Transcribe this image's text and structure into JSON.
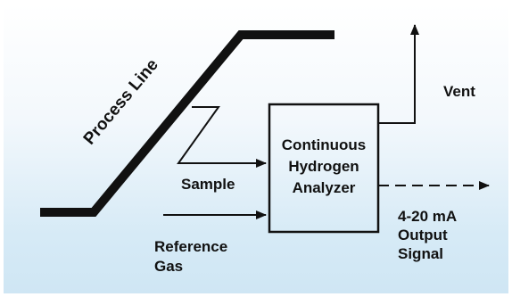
{
  "labels": {
    "process_line": "Process Line",
    "analyzer_line1": "Continuous",
    "analyzer_line2": "Hydrogen",
    "analyzer_line3": "Analyzer",
    "vent": "Vent",
    "sample": "Sample",
    "reference_line1": "Reference",
    "reference_line2": "Gas",
    "output_line1": "4-20 mA",
    "output_line2": "Output",
    "output_line3": "Signal"
  },
  "colors": {
    "line": "#111111",
    "background_top": "#ffffff",
    "background_bottom": "#cfe6f4"
  }
}
